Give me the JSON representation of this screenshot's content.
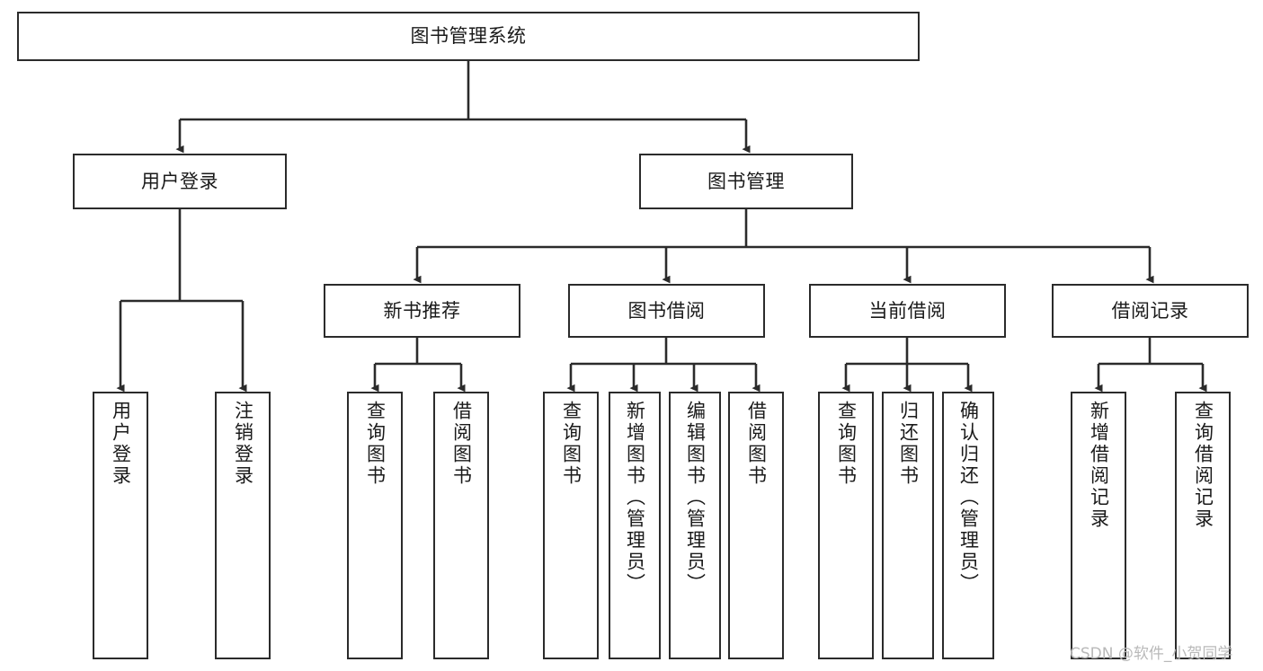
{
  "diagram": {
    "title": "图书管理系统",
    "type": "tree-hierarchy",
    "orientation": "top-down",
    "edge_color": "#2b2b2b",
    "node_border_color": "#2b2b2b",
    "node_fill_color": "#ffffff",
    "text_color": "#1a1a1a"
  },
  "nodes": {
    "root": {
      "label": "图书管理系统"
    },
    "level2": [
      {
        "id": "user_login",
        "label": "用户登录"
      },
      {
        "id": "book_manage",
        "label": "图书管理"
      }
    ],
    "level3": [
      {
        "id": "new_book_rec",
        "label": "新书推荐"
      },
      {
        "id": "book_borrow",
        "label": "图书借阅"
      },
      {
        "id": "current_borrow",
        "label": "当前借阅"
      },
      {
        "id": "borrow_record",
        "label": "借阅记录"
      }
    ],
    "leaves": {
      "user_login": [
        {
          "id": "leaf_user_login",
          "label": "用户登录"
        },
        {
          "id": "leaf_user_logout",
          "label": "注销登录"
        }
      ],
      "new_book_rec": [
        {
          "id": "leaf_query_book_1",
          "label": "查询图书"
        },
        {
          "id": "leaf_borrow_book_1",
          "label": "借阅图书"
        }
      ],
      "book_borrow": [
        {
          "id": "leaf_query_book_2",
          "label": "查询图书"
        },
        {
          "id": "leaf_add_book",
          "label": "新增图书（管理员）"
        },
        {
          "id": "leaf_edit_book",
          "label": "编辑图书（管理员）"
        },
        {
          "id": "leaf_borrow_book_2",
          "label": "借阅图书"
        }
      ],
      "current_borrow": [
        {
          "id": "leaf_query_book_3",
          "label": "查询图书"
        },
        {
          "id": "leaf_return_book",
          "label": "归还图书"
        },
        {
          "id": "leaf_confirm_return",
          "label": "确认归还（管理员）"
        }
      ],
      "borrow_record": [
        {
          "id": "leaf_add_record",
          "label": "新增借阅记录"
        },
        {
          "id": "leaf_query_record",
          "label": "查询借阅记录"
        }
      ]
    }
  },
  "watermark": {
    "text": "CSDN @软件_小贺同学"
  }
}
